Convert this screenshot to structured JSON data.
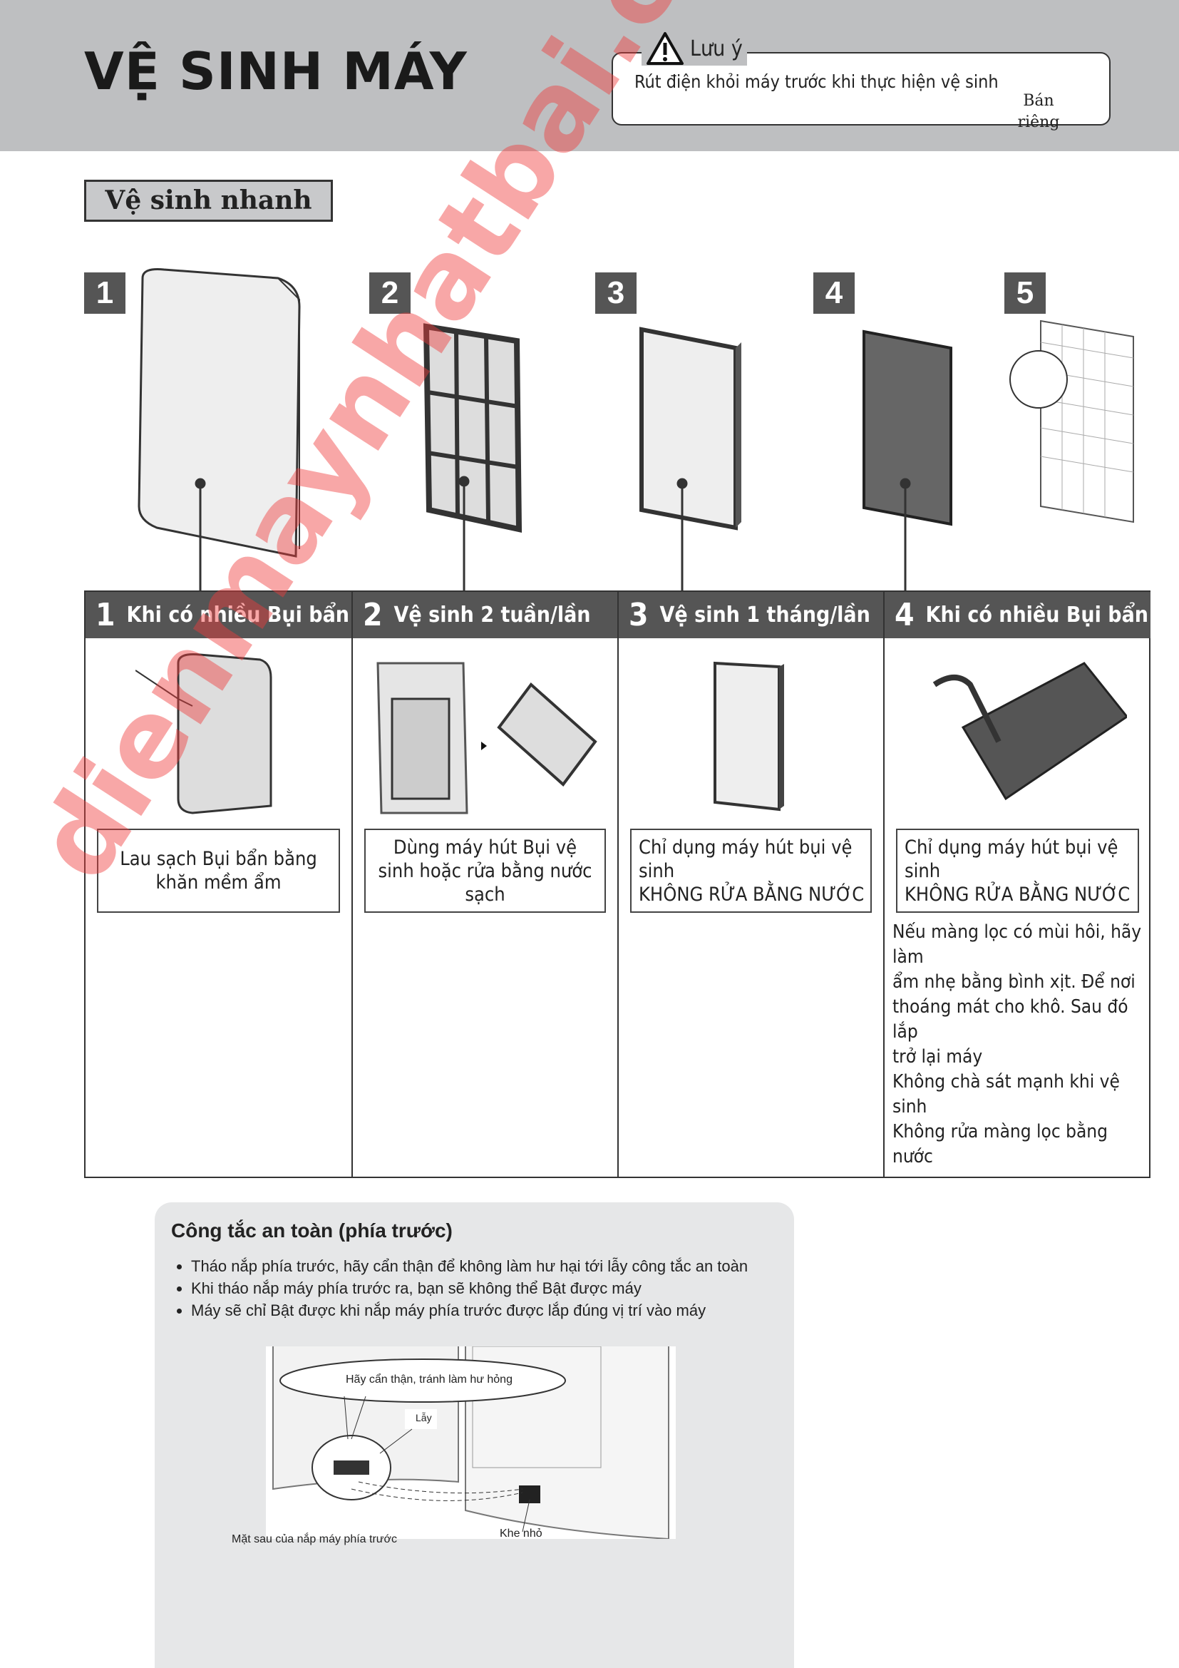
{
  "header": {
    "title": "VỆ SINH MÁY",
    "caution_label": "Lưu ý",
    "caution_text": "Rút điện khỏi máy trước khi thực hiện vệ sinh"
  },
  "section_title": "Vệ sinh nhanh",
  "parts": [
    "1",
    "2",
    "3",
    "4",
    "5"
  ],
  "sold_separately": [
    "Bán",
    "riêng"
  ],
  "columns": [
    {
      "num": "1",
      "title": "Khi có nhiều Bụi bẩn",
      "text": [
        "Lau sạch Bụi bẩn bằng",
        "khăn mềm ẩm"
      ]
    },
    {
      "num": "2",
      "title": "Vệ sinh 2 tuần/lần",
      "text": [
        "Dùng máy hút Bụi vệ",
        "sinh hoặc rửa bằng nước",
        "sạch"
      ]
    },
    {
      "num": "3",
      "title": "Vệ sinh 1 tháng/lần",
      "text": [
        "Chỉ dụng máy hút bụi vệ sinh",
        "KHÔNG RỬA BẰNG NƯỚC"
      ]
    },
    {
      "num": "4",
      "title": "Khi có nhiều Bụi bẩn",
      "text": [
        "Chỉ dụng máy hút bụi vệ sinh",
        "KHÔNG RỬA BẰNG NƯỚC"
      ]
    }
  ],
  "note": [
    "Nếu màng lọc có mùi hôi, hãy làm",
    "ẩm nhẹ bằng bình xịt. Để nơi",
    "thoáng mát cho khô. Sau đó lắp",
    "trở lại máy",
    "Không chà sát mạnh khi vệ sinh",
    "Không rửa màng lọc bằng nước"
  ],
  "safety": {
    "title": "Công tắc an toàn (phía trước)",
    "bullets": [
      "Tháo nắp phía trước, hãy cẩn thận để không làm hư hại tới lẫy công tắc an toàn",
      "Khi tháo nắp máy phía trước ra, bạn sẽ không thể Bật được máy",
      "Máy sẽ chỉ Bật được khi nắp máy phía trước được lắp đúng vị trí vào máy"
    ],
    "callout": "Hãy cẩn thận, tránh làm hư hỏng",
    "latch": "Lẫy",
    "rear_label": "Mặt sau của nắp máy phía trước",
    "slot_label": "Khe nhỏ"
  },
  "watermark": "dienmaynhatbai.com"
}
